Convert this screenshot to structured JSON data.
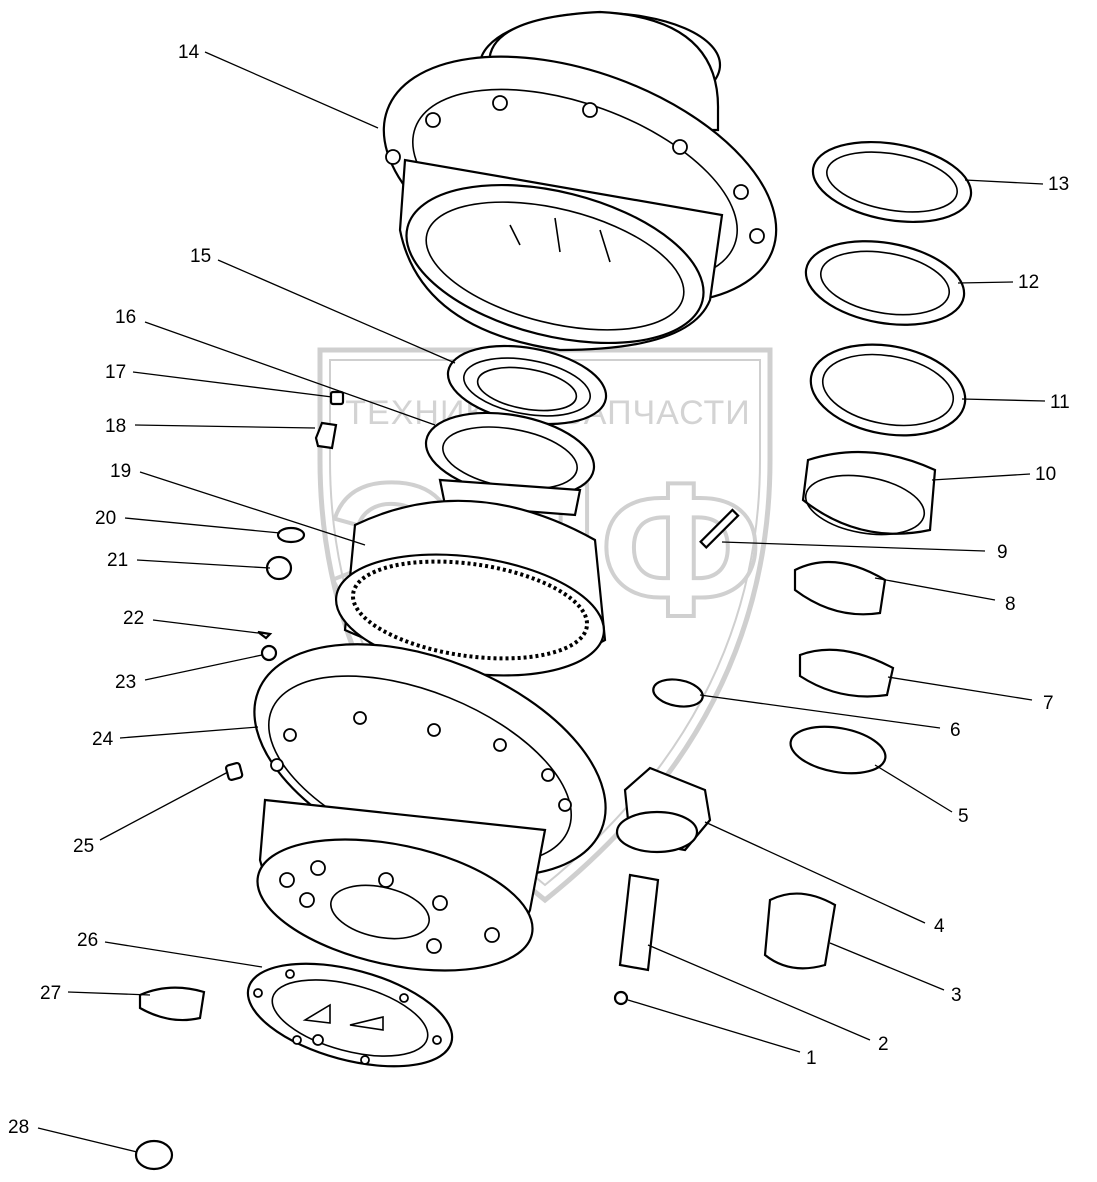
{
  "watermark": {
    "text": "ТЕХНИКА ⚙ ЗАПЧАСТИ",
    "logo_letters": "ЭПФ"
  },
  "callouts": [
    "14",
    "15",
    "16",
    "17",
    "18",
    "19",
    "20",
    "21",
    "22",
    "23",
    "24",
    "25",
    "26",
    "27",
    "28",
    "13",
    "12",
    "11",
    "10",
    "9",
    "8",
    "7",
    "6",
    "5",
    "4",
    "3",
    "2",
    "1"
  ]
}
